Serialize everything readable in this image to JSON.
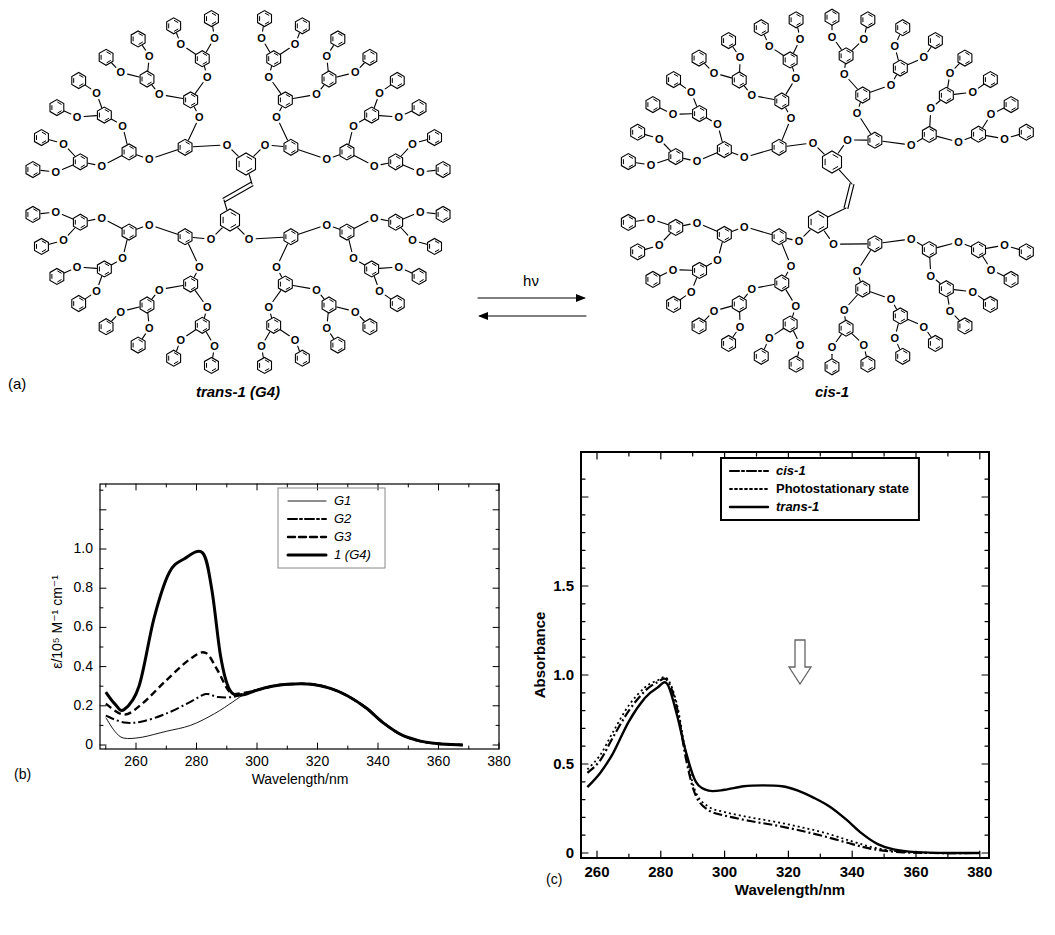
{
  "diagram": {
    "labels": [
      "(a)",
      "trans-1 (G4)",
      "hν",
      "cis-1",
      "O",
      "O",
      "O",
      "O",
      "O",
      "O",
      "O",
      "O",
      "O",
      "O",
      "O",
      "O",
      "O",
      "O",
      "O",
      "O",
      "O",
      "O",
      "O",
      "O",
      "O",
      "O",
      "O",
      "O",
      "O",
      "O",
      "O",
      "O",
      "O",
      "O",
      "O",
      "O",
      "O",
      "O",
      "O",
      "O",
      "O",
      "O",
      "O",
      "O",
      "O",
      "O",
      "O",
      "O",
      "O",
      "O",
      "O",
      "O",
      "O",
      "O",
      "O",
      "O",
      "O",
      "O",
      "O",
      "O",
      "O",
      "O",
      "O",
      "O",
      "O",
      "O",
      "O",
      "O",
      "O",
      "O",
      "O",
      "O",
      "O",
      "O",
      "O",
      "O",
      "O",
      "O",
      "O",
      "O",
      "O",
      "O",
      "O",
      "O",
      "O",
      "O",
      "O",
      "O",
      "O",
      "O",
      "O",
      "O",
      "O",
      "O",
      "O",
      "O",
      "O",
      "O",
      "O",
      "O",
      "O",
      "O",
      "O",
      "O",
      "O",
      "O",
      "O",
      "O",
      "O",
      "O",
      "O",
      "O",
      "O",
      "O",
      "O",
      "O",
      "O",
      "O",
      "O",
      "O",
      "O",
      "O",
      "O",
      "O",
      "(b)",
      "ε/10⁵ M⁻¹ cm⁻¹",
      "Wavelength/nm",
      "0",
      "0.2",
      "0.4",
      "0.6",
      "0.8",
      "1.0",
      "260",
      "280",
      "300",
      "320",
      "340",
      "360",
      "380",
      "(c)",
      "Absorbance",
      "Wavelength/nm",
      "0",
      "0.5",
      "1.0",
      "1.5",
      "260",
      "280",
      "300",
      "320",
      "340",
      "360",
      "380"
    ],
    "legend": [
      {
        "text": "G1"
      },
      {
        "text": "G2"
      },
      {
        "text": "G3"
      },
      {
        "text": "1 (G4)"
      },
      {
        "text": "cis-1"
      },
      {
        "text": "Photostationary state"
      },
      {
        "text": "trans-1"
      }
    ]
  }
}
